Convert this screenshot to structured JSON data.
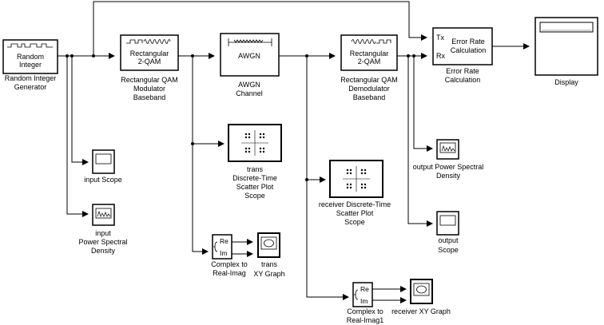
{
  "blocks": {
    "random_integer": {
      "label": [
        "Random",
        "Integer"
      ],
      "caption": [
        "Random Integer",
        "Generator"
      ]
    },
    "qam_mod": {
      "label": [
        "Rectangular",
        "2-QAM"
      ],
      "caption": [
        "Rectangular QAM",
        "Modulator",
        "Baseband"
      ]
    },
    "awgn": {
      "label": [
        "AWGN"
      ],
      "caption": [
        "AWGN",
        "Channel"
      ]
    },
    "qam_demod": {
      "label": [
        "Rectangular",
        "2-QAM"
      ],
      "caption": [
        "Rectangular QAM",
        "Demodulator",
        "Baseband"
      ]
    },
    "error_rate": {
      "label": [
        "Error Rate",
        "Calculation"
      ],
      "ports": [
        "Tx",
        "Rx"
      ],
      "caption": [
        "Error Rate",
        "Calculation"
      ]
    },
    "display": {
      "caption": [
        "Display"
      ]
    },
    "input_scope": {
      "caption": [
        "input Scope"
      ]
    },
    "input_psd": {
      "caption": [
        "input",
        "Power Spectral",
        "Density"
      ]
    },
    "trans_scatter": {
      "caption": [
        "trans",
        "Discrete-Time",
        "Scatter Plot",
        "Scope"
      ]
    },
    "complex_trans": {
      "ports": [
        "Re",
        "Im"
      ],
      "caption": [
        "Complex to",
        "Real-Imag"
      ]
    },
    "trans_xy": {
      "caption": [
        "trans",
        "XY Graph"
      ]
    },
    "receiver_scatter": {
      "caption": [
        "receiver Discrete-Time",
        "Scatter Plot",
        "Scope"
      ]
    },
    "complex_recv": {
      "ports": [
        "Re",
        "Im"
      ],
      "caption": [
        "Complex to",
        "Real-Imag1"
      ]
    },
    "receiver_xy": {
      "caption": [
        "receiver XY Graph"
      ]
    },
    "output_psd": {
      "caption": [
        "output Power Spectral",
        "Density"
      ]
    },
    "output_scope": {
      "caption": [
        "output",
        "Scope"
      ]
    }
  }
}
